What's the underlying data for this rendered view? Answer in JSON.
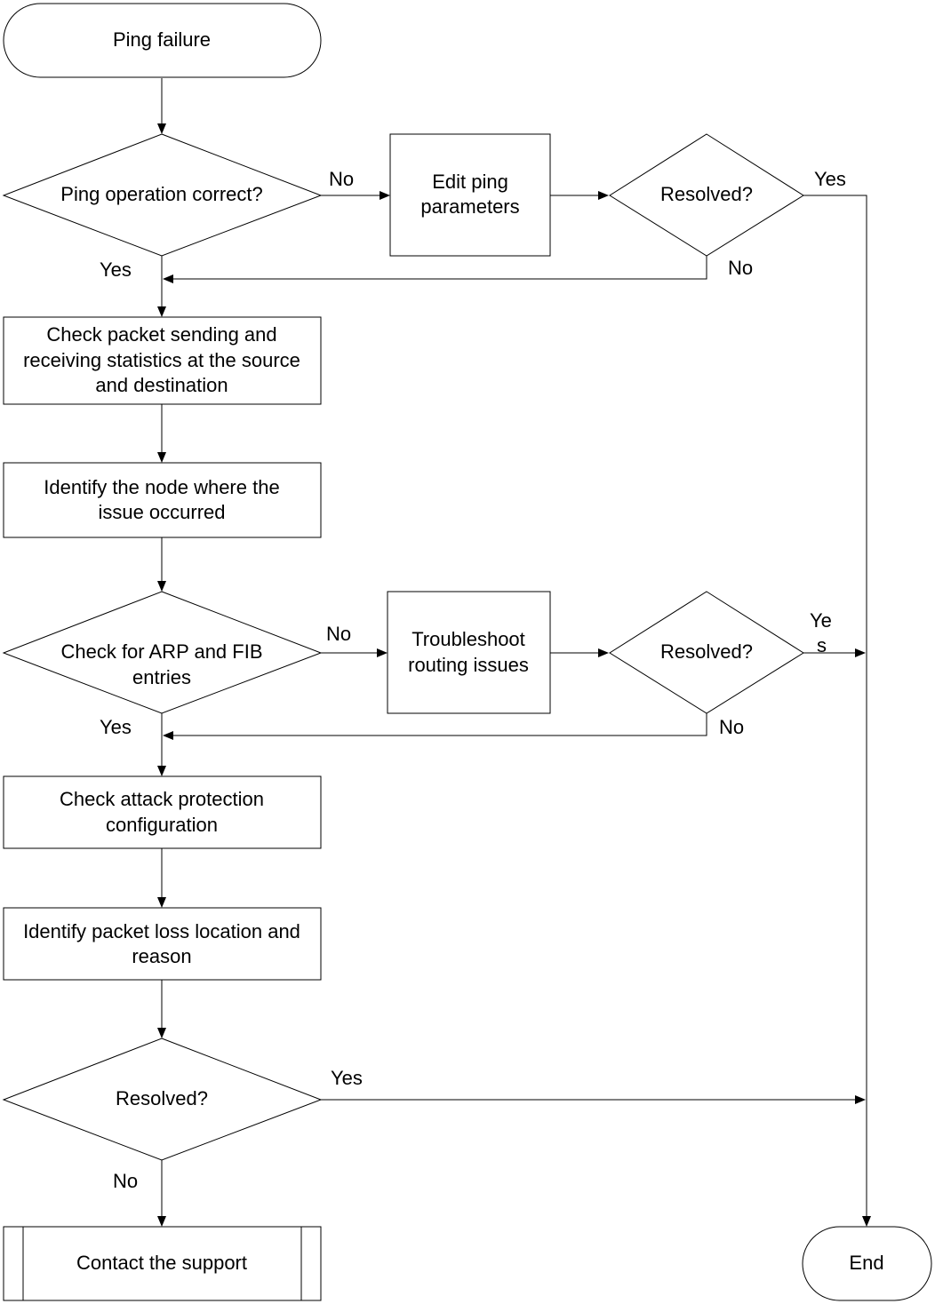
{
  "nodes": {
    "start": "Ping failure",
    "check_ping_operation": "Ping operation correct?",
    "edit_ping_params": [
      "Edit ping",
      "parameters"
    ],
    "resolved_1": "Resolved?",
    "check_statistics": [
      "Check packet sending and",
      "receiving statistics at the source",
      "and destination"
    ],
    "identify_node": [
      "Identify the node where the",
      "issue occurred"
    ],
    "check_arp_fib": [
      "Check for ARP and FIB",
      "entries"
    ],
    "troubleshoot_routing": [
      "Troubleshoot",
      "routing issues"
    ],
    "resolved_2": "Resolved?",
    "check_attack_protection": [
      "Check attack protection",
      "configuration"
    ],
    "identify_packet_loss": [
      "Identify packet loss location and",
      "reason"
    ],
    "resolved_3": "Resolved?",
    "contact_support": "Contact the support",
    "end": "End"
  },
  "edge_labels": {
    "ping_no": "No",
    "ping_yes": "Yes",
    "resolved1_yes": "Yes",
    "resolved1_no": "No",
    "arp_no": "No",
    "arp_yes": "Yes",
    "resolved2_yes": [
      "Ye",
      "s"
    ],
    "resolved2_no": "No",
    "resolved3_yes": "Yes",
    "resolved3_no": "No"
  }
}
